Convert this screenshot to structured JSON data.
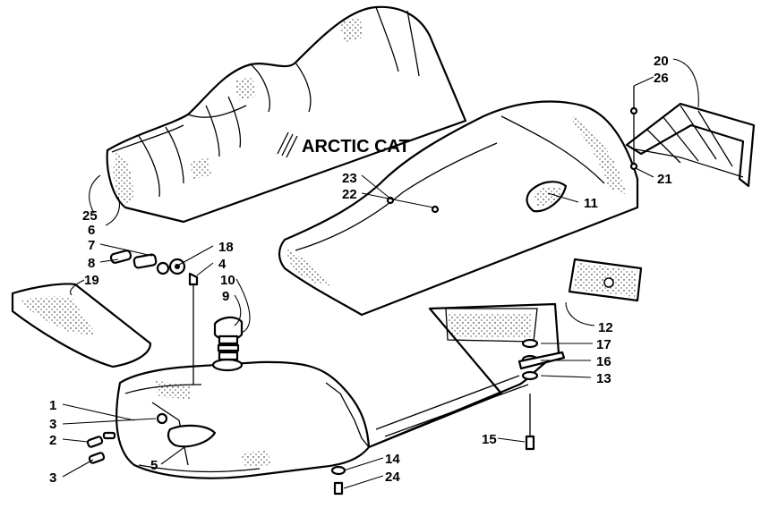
{
  "seat_logo_text": "ARCTIC CAT",
  "callouts": [
    {
      "id": "c25",
      "label": "25"
    },
    {
      "id": "c6",
      "label": "6"
    },
    {
      "id": "c23",
      "label": "23"
    },
    {
      "id": "c22",
      "label": "22"
    },
    {
      "id": "c11",
      "label": "11"
    },
    {
      "id": "c20",
      "label": "20"
    },
    {
      "id": "c26",
      "label": "26"
    },
    {
      "id": "c21",
      "label": "21"
    },
    {
      "id": "c7",
      "label": "7"
    },
    {
      "id": "c8",
      "label": "8"
    },
    {
      "id": "c18",
      "label": "18"
    },
    {
      "id": "c4",
      "label": "4"
    },
    {
      "id": "c19",
      "label": "19"
    },
    {
      "id": "c10",
      "label": "10"
    },
    {
      "id": "c9",
      "label": "9"
    },
    {
      "id": "c12",
      "label": "12"
    },
    {
      "id": "c17",
      "label": "17"
    },
    {
      "id": "c16",
      "label": "16"
    },
    {
      "id": "c13",
      "label": "13"
    },
    {
      "id": "c1",
      "label": "1"
    },
    {
      "id": "c3a",
      "label": "3"
    },
    {
      "id": "c2",
      "label": "2"
    },
    {
      "id": "c3b",
      "label": "3"
    },
    {
      "id": "c5",
      "label": "5"
    },
    {
      "id": "c15",
      "label": "15"
    },
    {
      "id": "c14",
      "label": "14"
    },
    {
      "id": "c24",
      "label": "24"
    }
  ]
}
